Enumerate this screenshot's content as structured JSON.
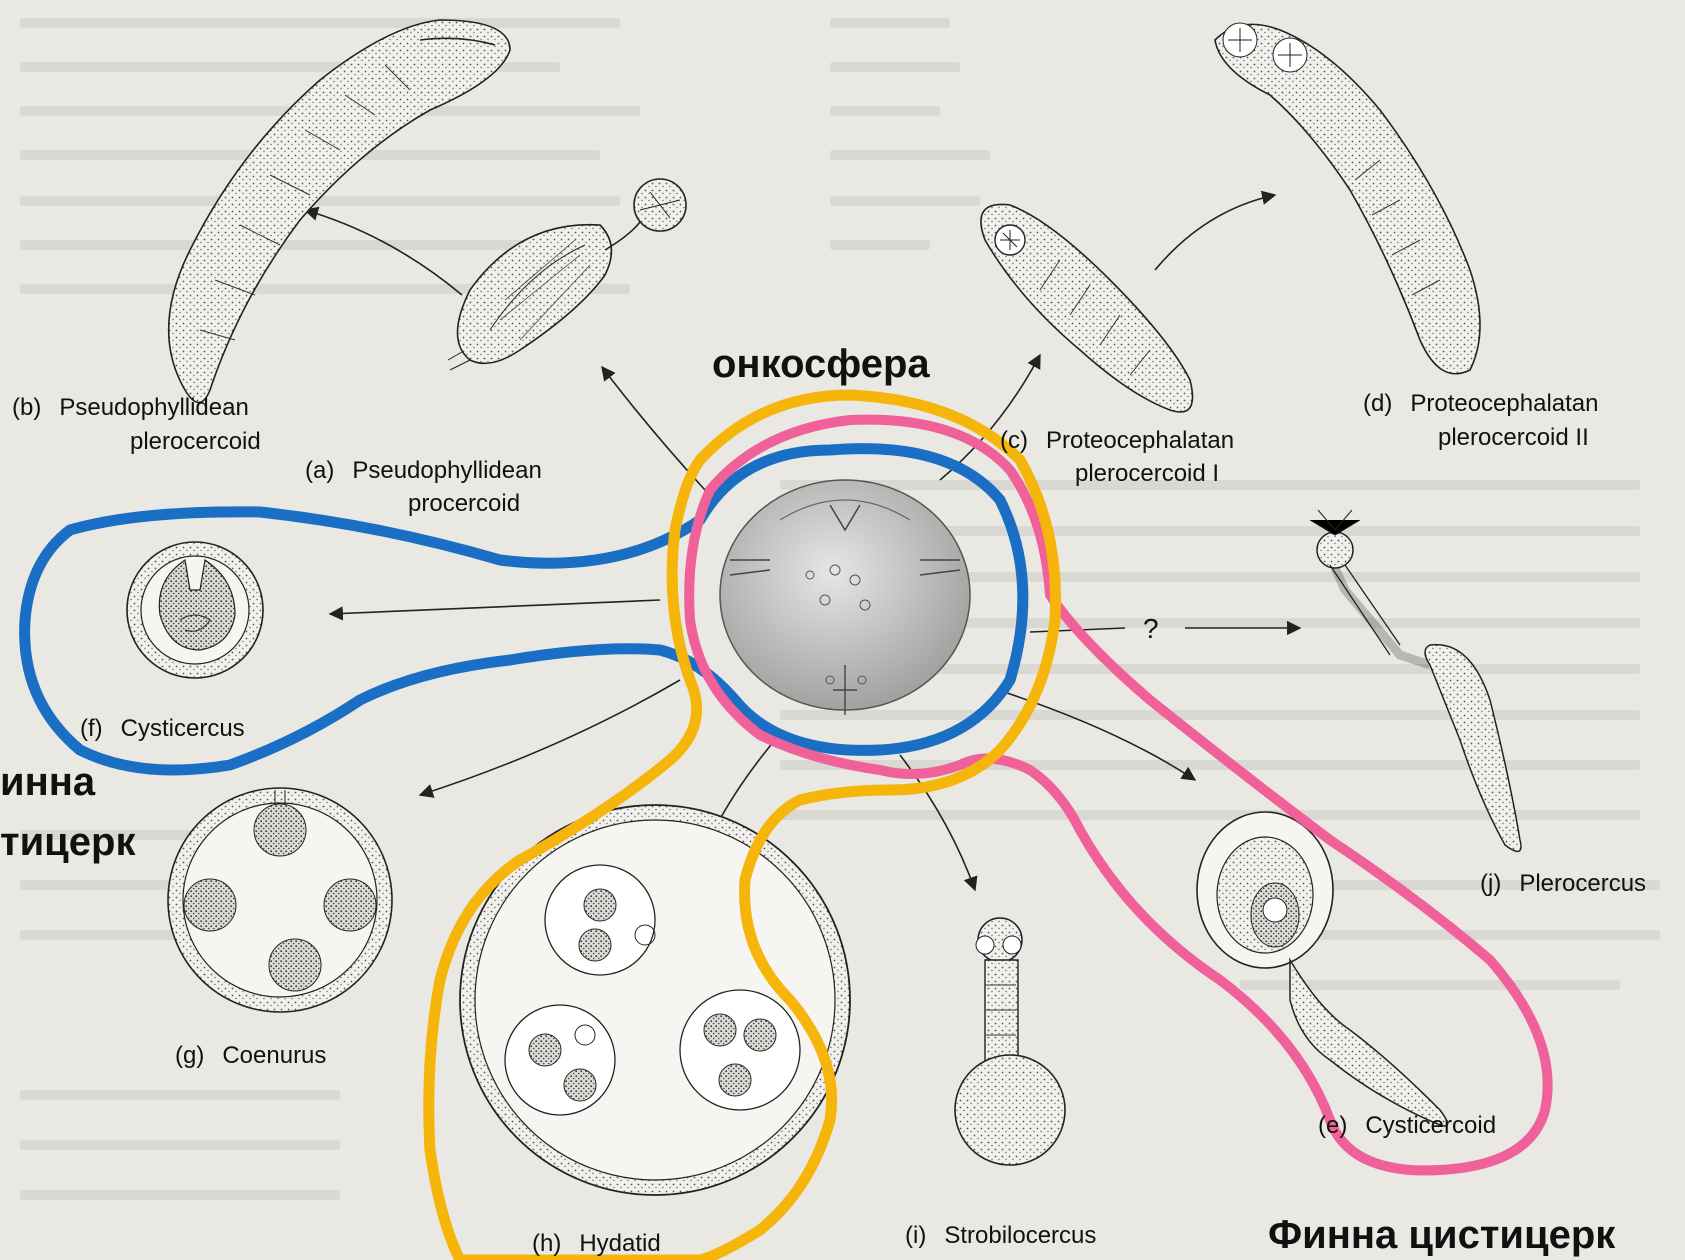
{
  "labels": {
    "a": {
      "letter": "(a)",
      "line1": "Pseudophyllidean",
      "line2": "procercoid"
    },
    "b": {
      "letter": "(b)",
      "line1": "Pseudophyllidean",
      "line2": "plerocercoid"
    },
    "c": {
      "letter": "(c)",
      "line1": "Proteocephalatan",
      "line2": "plerocercoid I"
    },
    "d": {
      "letter": "(d)",
      "line1": "Proteocephalatan",
      "line2": "plerocercoid II"
    },
    "e": {
      "letter": "(e)",
      "text": "Cysticercoid"
    },
    "f": {
      "letter": "(f)",
      "text": "Cysticercus"
    },
    "g": {
      "letter": "(g)",
      "text": "Coenurus"
    },
    "h": {
      "letter": "(h)",
      "text": "Hydatid"
    },
    "i": {
      "letter": "(i)",
      "text": "Strobilocercus"
    },
    "j": {
      "letter": "(j)",
      "text": "Plerocercus"
    }
  },
  "question_mark": "?",
  "annotations": {
    "oncosphere": "онкосфера",
    "finna_left_1": "инна",
    "finna_left_2": "тицерк",
    "finna_bottom": "Финна цистицерк"
  },
  "colors": {
    "blue_outline": "#1a6fc4",
    "pink_outline": "#f0619a",
    "yellow_outline": "#f5b50a"
  }
}
